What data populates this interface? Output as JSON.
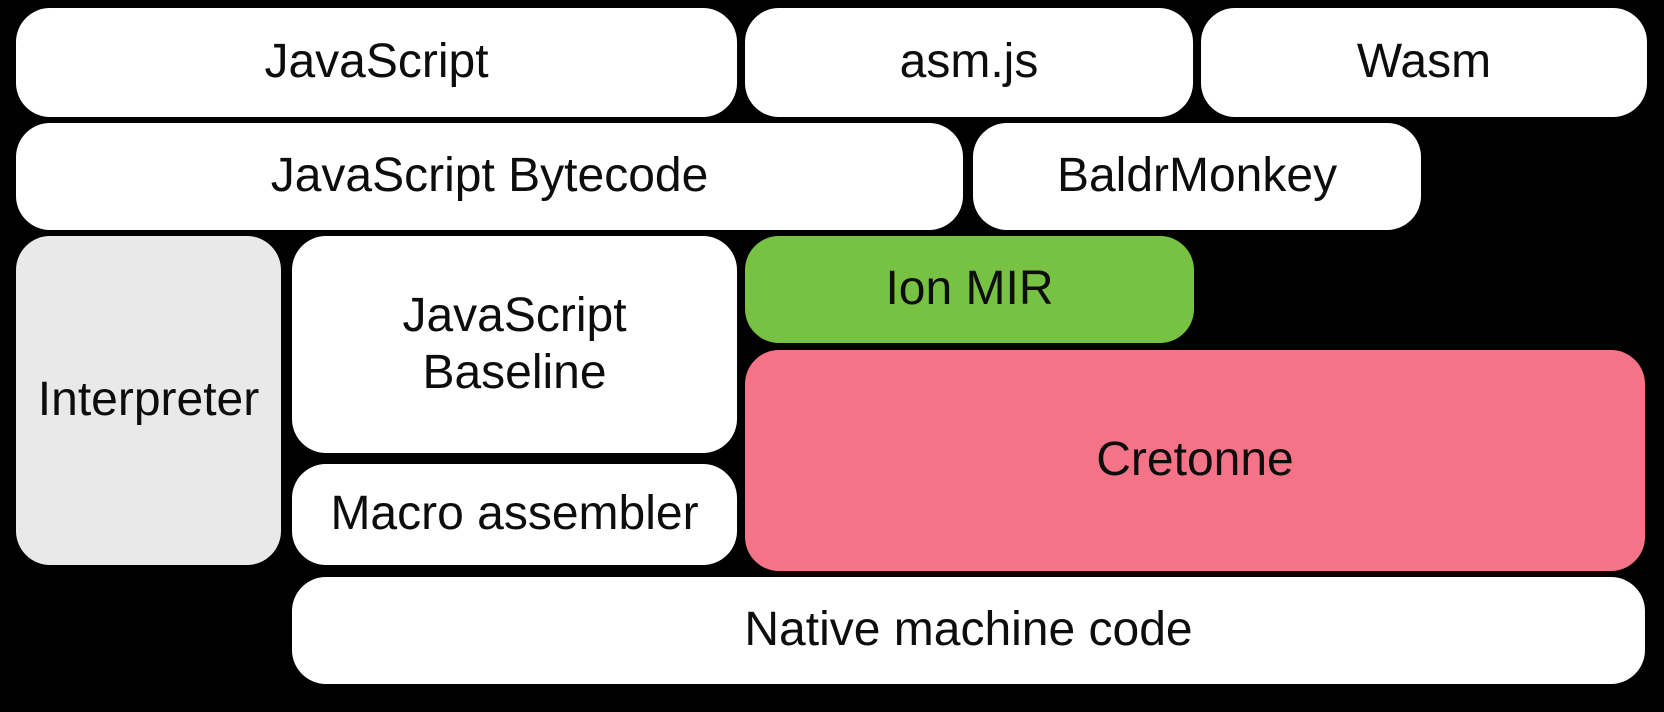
{
  "diagram": {
    "description": "Compiler pipeline diagram showing JavaScript, asm.js and Wasm paths down to native machine code",
    "background_color": "#000000",
    "text_color": "#0d0d0d",
    "colors": {
      "default_box_fill": "#ffffff",
      "interpreter_fill": "#e9e9e9",
      "ion_mir_fill": "#77c143",
      "cretonne_fill": "#f47387"
    },
    "nodes": {
      "javascript": {
        "label": "JavaScript"
      },
      "asmjs": {
        "label": "asm.js"
      },
      "wasm": {
        "label": "Wasm"
      },
      "bytecode": {
        "label": "JavaScript Bytecode"
      },
      "baldrmonkey": {
        "label": "BaldrMonkey"
      },
      "interpreter": {
        "label": "Interpreter"
      },
      "baseline": {
        "line1": "JavaScript",
        "line2": "Baseline"
      },
      "ionmir": {
        "label": "Ion MIR"
      },
      "macroassembler": {
        "label": "Macro assembler"
      },
      "cretonne": {
        "label": "Cretonne"
      },
      "native": {
        "label": "Native machine code"
      }
    }
  }
}
